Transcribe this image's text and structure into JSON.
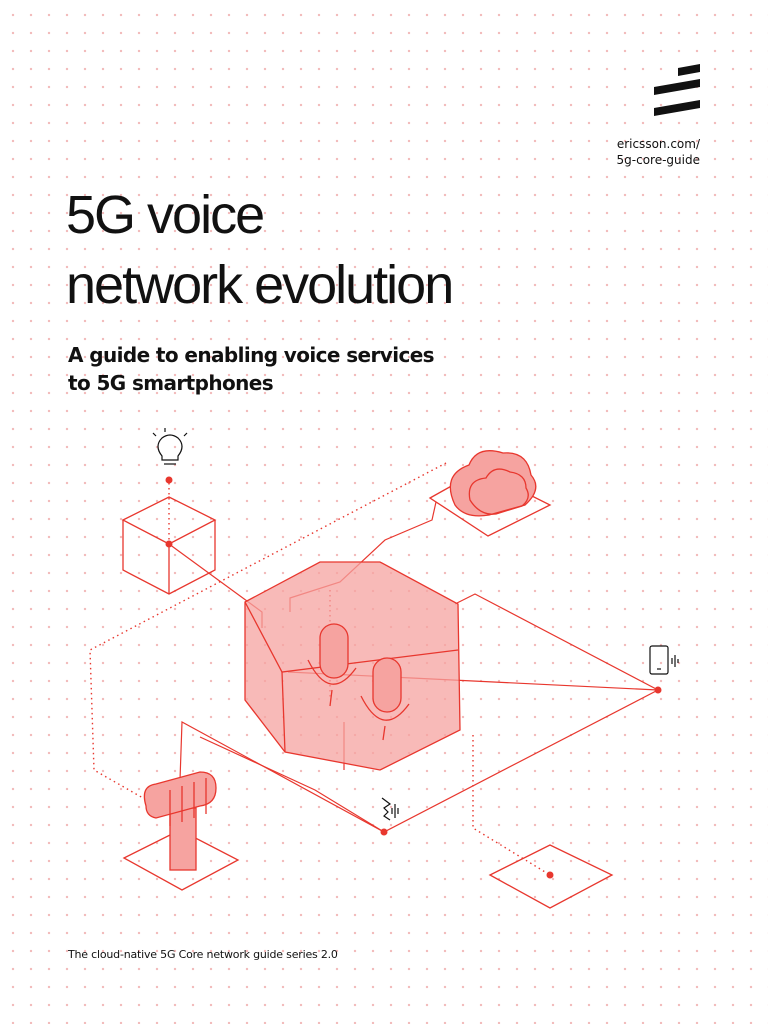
{
  "brand": {
    "logo_icon": "ericsson-logo-icon",
    "accent": "#e8372e",
    "fill": "#f6a3a0"
  },
  "site": {
    "url_line1": "ericsson.com/",
    "url_line2": "5g-core-guide"
  },
  "cover": {
    "title_line1": "5G voice",
    "title_line2": "network evolution",
    "subtitle_line1": "A guide to enabling voice services",
    "subtitle_line2": "to 5G smartphones"
  },
  "illustration": {
    "icons": [
      "lightbulb-icon",
      "cloud-icon",
      "microphone-icon",
      "smartphone-icon",
      "speaking-face-icon",
      "antenna-tower-icon"
    ]
  },
  "footer": {
    "series_note": "The cloud-native 5G Core network guide series 2.0"
  }
}
